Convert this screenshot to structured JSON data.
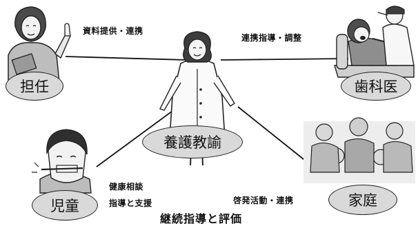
{
  "nodes": {
    "homeroom": "担任",
    "dentist": "歯科医",
    "nurse": "養護教諭",
    "student": "児童",
    "family": "家庭"
  },
  "links": {
    "homeroom": "資料提供・連携",
    "dentist": "連携指導・調整",
    "student_line1": "健康相談",
    "student_line2": "指導と支援",
    "family": "啓発活動・連携"
  },
  "caption": "継続指導と評価",
  "illustrations": {
    "homeroom": "teacher-illustration",
    "dentist": "dentist-illustration",
    "nurse": "school-nurse-illustration",
    "student": "child-brushing-teeth-illustration",
    "family": "family-group-illustration"
  }
}
